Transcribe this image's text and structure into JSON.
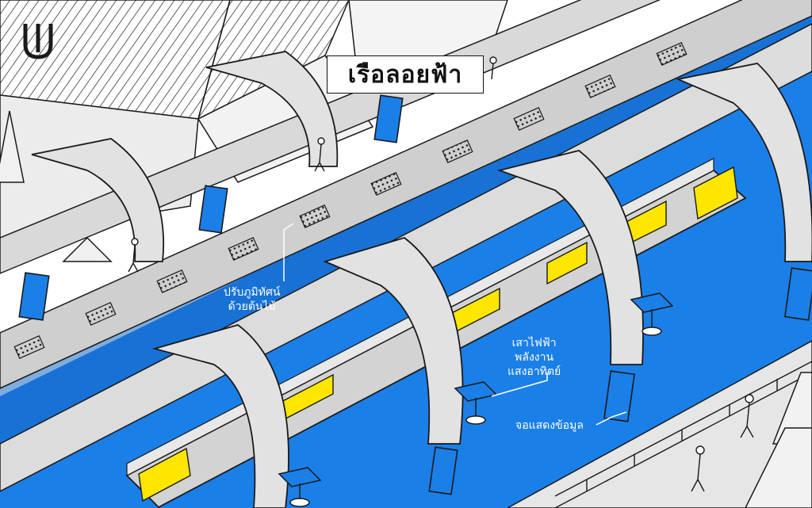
{
  "title": "เรือลอยฟ้า",
  "labels": {
    "landscape_line1": "ปรับภูมิทัศน์",
    "landscape_line2": "ด้วยต้นไม้",
    "solar_line1": "เสาไฟฟ้า",
    "solar_line2": "พลังงาน",
    "solar_line3": "แสงอาทิตย์",
    "display": "จอแสดงข้อมูล"
  },
  "colors": {
    "water": "#1b7fe8",
    "water_dark": "#1567c4",
    "structure": "#d9d9d9",
    "outline": "#1a1a1a",
    "train_window": "#ffe600",
    "background": "#ffffff"
  },
  "icons": [
    "logo-icon",
    "solar-panel-icon",
    "info-screen-icon",
    "pedestrian-icon",
    "planter-icon",
    "tree-icon"
  ]
}
